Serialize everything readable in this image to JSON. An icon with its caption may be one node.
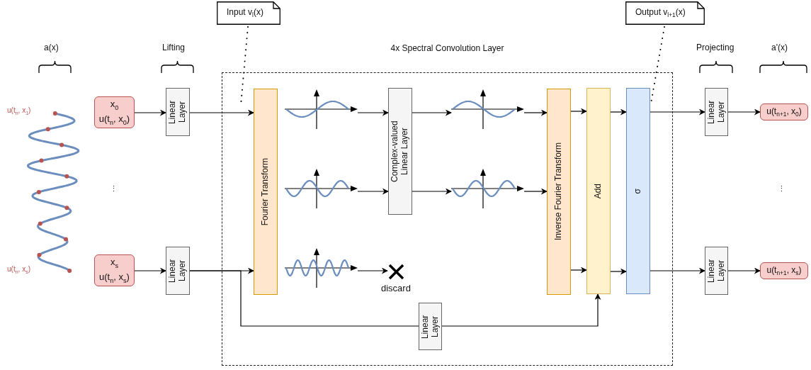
{
  "diagram": {
    "nodes": [
      {
        "text": [
          "Input v$_{l}$(x)"
        ]
      },
      {
        "text": [
          "Output v$_{l+1}$(x)"
        ]
      },
      {
        "text": [
          "4x Spectral Convolution Layer"
        ]
      },
      {
        "text": [
          "x$_{0}$",
          "u(t$_{n}$, x$_{0}$)"
        ]
      },
      {
        "text": [
          "x$_{s}$",
          "u(t$_{n}$, x$_{s}$)"
        ]
      },
      {
        "text": [
          "Linear Layer"
        ]
      },
      {
        "text": [
          "Linear Layer"
        ]
      },
      {
        "text": [
          "Fourier Transform"
        ],
        "in": 2
      },
      {
        "text": [],
        "shape": "picture",
        "in": 2
      },
      {
        "text": [],
        "shape": "picture",
        "in": 2
      },
      {
        "text": [],
        "shape": "picture",
        "in": 2
      },
      {
        "text": [
          "Complex-valued Linear Layer"
        ],
        "in": 2
      },
      {
        "text": [],
        "shape": "cross",
        "in": 2,
        "beside": [
          "discard"
        ]
      },
      {
        "text": [],
        "shape": "picture",
        "in": 2
      },
      {
        "text": [],
        "shape": "picture",
        "in": 2
      },
      {
        "text": [
          "Inverse Fourier Transform"
        ],
        "in": 2
      },
      {
        "text": [
          "Add"
        ],
        "in": 2
      },
      {
        "text": [
          "σ"
        ],
        "in": 2
      },
      {
        "text": [
          "Linear Layer"
        ],
        "in": 2
      },
      {
        "text": [
          "Linear Layer"
        ]
      },
      {
        "text": [
          "Linear Layer"
        ]
      },
      {
        "text": [
          "u(t$_{n+1}$, x$_{0}$)"
        ]
      },
      {
        "text": [
          "u(t$_{n+1}$, x$_{s}$)"
        ]
      },
      {
        "text": [],
        "shape": "picture"
      }
    ],
    "edges": [
      {
        "from": 3,
        "to": 5,
        "arrow": "to"
      },
      {
        "from": 4,
        "to": 6,
        "arrow": "to"
      },
      {
        "from": 5,
        "to": 7,
        "arrow": "to"
      },
      {
        "from": 6,
        "to": 7,
        "arrow": "to"
      },
      {
        "from": 6,
        "to": 18,
        "arrow": "none"
      },
      {
        "from": 8,
        "to": 11,
        "arrow": "to"
      },
      {
        "from": 9,
        "to": 11,
        "arrow": "to"
      },
      {
        "from": 10,
        "to": 12,
        "arrow": "to"
      },
      {
        "from": 11,
        "to": 13,
        "arrow": "to"
      },
      {
        "from": 11,
        "to": 14,
        "arrow": "to"
      },
      {
        "from": 13,
        "to": 15,
        "arrow": "to"
      },
      {
        "from": 14,
        "to": 15,
        "arrow": "to"
      },
      {
        "from": 15,
        "to": 16,
        "arrow": "to"
      },
      {
        "from": 15,
        "to": 16,
        "arrow": "to"
      },
      {
        "from": 18,
        "to": 16,
        "arrow": "to"
      },
      {
        "from": 16,
        "to": 17,
        "arrow": "to"
      },
      {
        "from": 16,
        "to": 17,
        "arrow": "to"
      },
      {
        "from": 17,
        "to": 19,
        "arrow": "to"
      },
      {
        "from": 17,
        "to": 20,
        "arrow": "to"
      },
      {
        "from": 19,
        "to": 21,
        "arrow": "to"
      },
      {
        "from": 20,
        "to": 22,
        "arrow": "to"
      },
      {
        "from": 0,
        "to": null,
        "arrow": "none",
        "style": "dashed"
      },
      {
        "from": 1,
        "to": 17,
        "arrow": "none",
        "style": "dashed"
      }
    ],
    "labels": [
      "a(x)",
      "Lifting",
      "Projecting",
      "a'(x)",
      "u(t$_{n}$, x$_{1}$)",
      "u(t$_{n}$, x$_{s}$)",
      "⋮",
      "⋮"
    ]
  }
}
